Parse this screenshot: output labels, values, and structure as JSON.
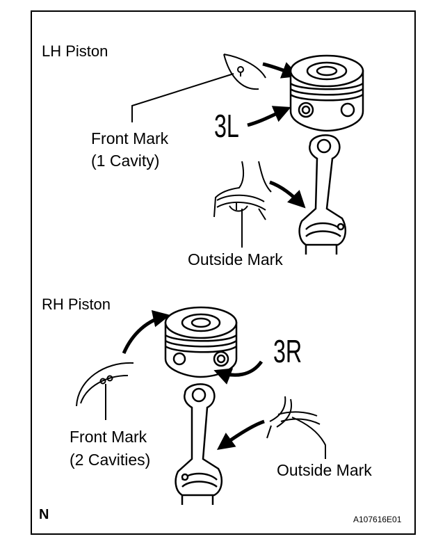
{
  "lh": {
    "title": "LH Piston",
    "front_mark_line1": "Front Mark",
    "front_mark_line2": "(1 Cavity)",
    "piston_code": "3L",
    "outside_mark": "Outside Mark"
  },
  "rh": {
    "title": "RH Piston",
    "front_mark_line1": "Front Mark",
    "front_mark_line2": "(2 Cavities)",
    "piston_code": "3R",
    "outside_mark": "Outside Mark"
  },
  "footer": {
    "corner_mark": "N",
    "figure_code": "A107616E01"
  }
}
